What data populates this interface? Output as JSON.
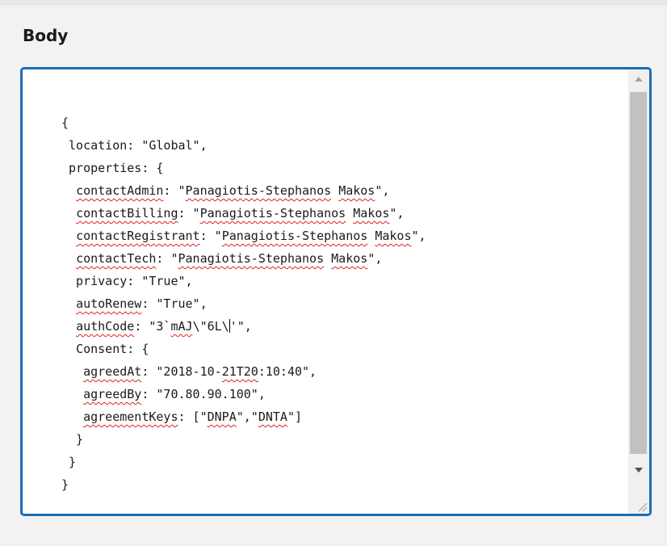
{
  "section": {
    "title": "Body"
  },
  "editor": {
    "lines": [
      [
        {
          "t": "{"
        }
      ],
      [
        {
          "t": " location: \"Global\","
        }
      ],
      [
        {
          "t": " properties: {"
        }
      ],
      [
        {
          "t": "  "
        },
        {
          "t": "contactAdmin",
          "sq": true
        },
        {
          "t": ": \""
        },
        {
          "t": "Panagiotis-Stephanos",
          "sq": true
        },
        {
          "t": " "
        },
        {
          "t": "Makos",
          "sq": true
        },
        {
          "t": "\","
        }
      ],
      [
        {
          "t": "  "
        },
        {
          "t": "contactBilling",
          "sq": true
        },
        {
          "t": ": \""
        },
        {
          "t": "Panagiotis-Stephanos",
          "sq": true
        },
        {
          "t": " "
        },
        {
          "t": "Makos",
          "sq": true
        },
        {
          "t": "\","
        }
      ],
      [
        {
          "t": "  "
        },
        {
          "t": "contactRegistrant",
          "sq": true
        },
        {
          "t": ": \""
        },
        {
          "t": "Panagiotis-Stephanos",
          "sq": true
        },
        {
          "t": " "
        },
        {
          "t": "Makos",
          "sq": true
        },
        {
          "t": "\","
        }
      ],
      [
        {
          "t": "  "
        },
        {
          "t": "contactTech",
          "sq": true
        },
        {
          "t": ": \""
        },
        {
          "t": "Panagiotis-Stephanos",
          "sq": true
        },
        {
          "t": " "
        },
        {
          "t": "Makos",
          "sq": true
        },
        {
          "t": "\","
        }
      ],
      [
        {
          "t": "  privacy: \"True\","
        }
      ],
      [
        {
          "t": "  "
        },
        {
          "t": "autoRenew",
          "sq": true
        },
        {
          "t": ": \"True\","
        }
      ],
      [
        {
          "t": "  "
        },
        {
          "t": "authCode",
          "sq": true
        },
        {
          "t": ": \"3`"
        },
        {
          "t": "mAJ",
          "sq": true
        },
        {
          "t": "\\\"6L\\"
        },
        {
          "caret": true
        },
        {
          "t": "'\","
        }
      ],
      [
        {
          "t": "  Consent: {"
        }
      ],
      [
        {
          "t": "   "
        },
        {
          "t": "agreedAt",
          "sq": true
        },
        {
          "t": ": \"2018-10-"
        },
        {
          "t": "21T20",
          "sq": true
        },
        {
          "t": ":10:40\","
        }
      ],
      [
        {
          "t": "   "
        },
        {
          "t": "agreedBy",
          "sq": true
        },
        {
          "t": ": \"70.80.90.100\","
        }
      ],
      [
        {
          "t": "   "
        },
        {
          "t": "agreementKeys",
          "sq": true
        },
        {
          "t": ": [\""
        },
        {
          "t": "DNPA",
          "sq": true
        },
        {
          "t": "\",\""
        },
        {
          "t": "DNTA",
          "sq": true
        },
        {
          "t": "\"]"
        }
      ],
      [
        {
          "t": "  }"
        }
      ],
      [
        {
          "t": " }"
        }
      ],
      [
        {
          "t": "}"
        }
      ]
    ]
  },
  "scrollbar": {
    "up_icon": "chevron-up-icon",
    "down_icon": "chevron-down-icon",
    "grip_icon": "resize-grip-icon"
  },
  "colors": {
    "focus_border": "#1b6cb5",
    "spellcheck_underline": "#e02020",
    "scroll_thumb": "#c1c1c1"
  }
}
